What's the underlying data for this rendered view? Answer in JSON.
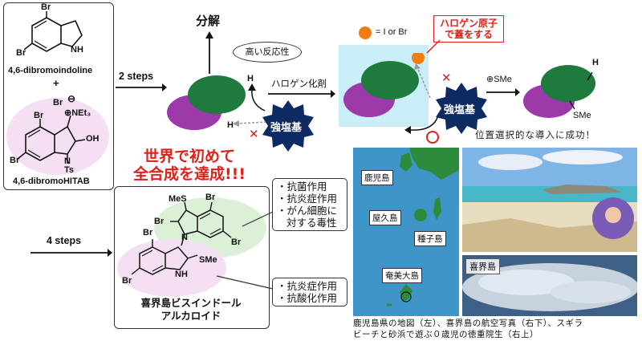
{
  "starting_materials": {
    "compound1_name": "4,6-dibromoindoline",
    "plus": "+",
    "compound2_name": "4,6-dibromoHITAB",
    "atoms1": {
      "br_top": "Br",
      "br_left": "Br",
      "nh": "NH"
    },
    "atoms2": {
      "br_a": "Br",
      "charge": "⊖",
      "br_top": "Br",
      "net3": "⊕NEt₃",
      "oh": "OH",
      "br_left": "Br",
      "n": "N",
      "ts": "Ts"
    }
  },
  "steps_top": "2 steps",
  "steps_bottom": "4 steps",
  "decomposition_label": "分解",
  "reactive_bubble": "高い反応性",
  "halogen_reagent": "ハロゲン化剤",
  "strong_base": "強塩基",
  "atom_h": "H",
  "legend_text": "= I or Br",
  "halogen_note_line1": "ハロゲン原子",
  "halogen_note_line2": "で蓋をする",
  "sme_reagent": "⊕SMe",
  "product_sme": "SMe",
  "selective_success": "位置選択的な導入に成功！",
  "world_first_line1": "世界で初めて",
  "world_first_line2": "全合成を達成!!!",
  "activities_top": [
    "抗菌作用",
    "抗炎症作用",
    "がん細胞に",
    "対する毒性"
  ],
  "activities_top_bullets": [
    "・",
    "・",
    "・",
    ""
  ],
  "activities_bottom": [
    "抗炎症作用",
    "抗酸化作用"
  ],
  "final_name_line1": "喜界島ビスインドール",
  "final_name_line2": "アルカロイド",
  "final_atoms": {
    "mes": "MeS",
    "br1": "Br",
    "br2": "Br",
    "br3": "Br",
    "br4": "Br",
    "br5": "Br",
    "n": "N",
    "sme": "SMe",
    "nh": "NH"
  },
  "map_labels": {
    "kagoshima": "鹿児島",
    "yakushima": "屋久島",
    "tanegashima": "種子島",
    "amami": "奄美大島"
  },
  "photo_label_kikai": "喜界島",
  "caption_line1": "鹿児島県の地図（左）、喜界島の航空写真（右下）、スギラ",
  "caption_line2": "ビーチと砂浜で遊ぶ０歳児の徳重院生（右上）",
  "colors": {
    "green": "#1e7a3d",
    "purple": "#9b3aa8",
    "navy": "#0d2a63",
    "red": "#e0201a",
    "orange": "#f07d10",
    "cyan_bg": "#c9eef7",
    "sea": "#3f95c8"
  }
}
